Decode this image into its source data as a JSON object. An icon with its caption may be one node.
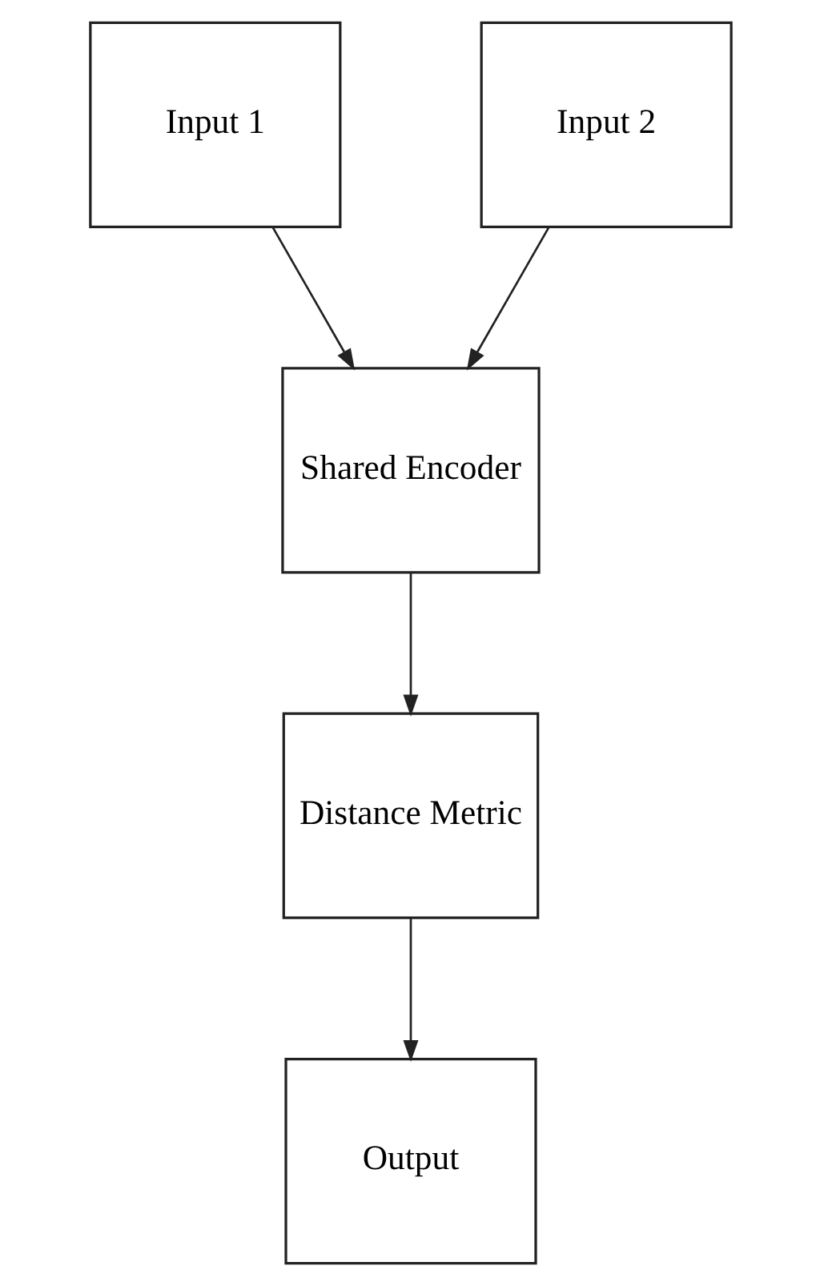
{
  "diagram": {
    "nodes": [
      {
        "text": [
          "Input 1"
        ]
      },
      {
        "text": [
          "Input 2"
        ]
      },
      {
        "text": [
          "Shared Encoder"
        ]
      },
      {
        "text": [
          "Distance Metric"
        ]
      },
      {
        "text": [
          "Output"
        ]
      }
    ],
    "edges": [
      {
        "from": 0,
        "to": 2,
        "arrow": "to"
      },
      {
        "from": 1,
        "to": 2,
        "arrow": "to"
      },
      {
        "from": 2,
        "to": 3,
        "arrow": "to"
      },
      {
        "from": 3,
        "to": 4,
        "arrow": "to"
      }
    ]
  }
}
